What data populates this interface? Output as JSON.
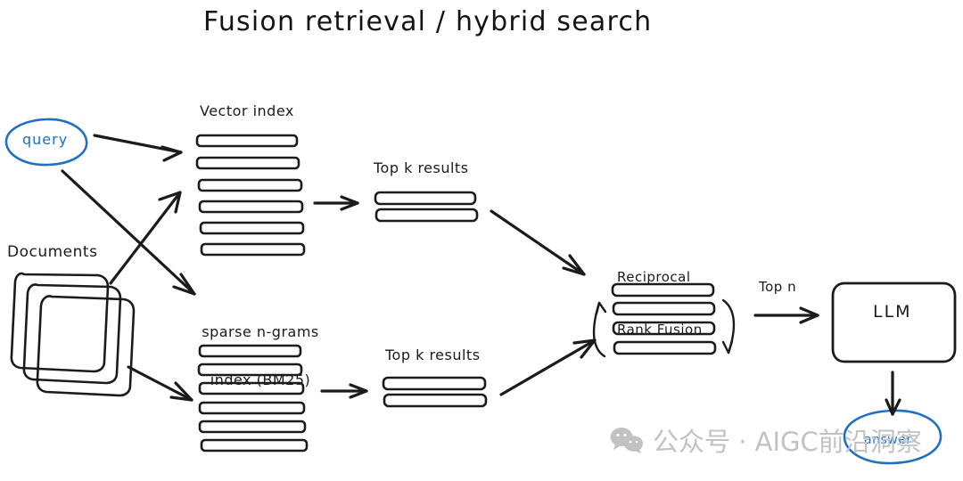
{
  "page": {
    "title": "Fusion retrieval / hybrid search",
    "background": "#ffffff",
    "ink_color": "#1b1b1b",
    "accent_color": "#1f6fc4",
    "watermark_color": "#c2c2c2"
  },
  "nodes": {
    "query": {
      "label": "query",
      "shape": "ellipse",
      "color": "#1f6fc4"
    },
    "documents": {
      "label": "Documents",
      "shape": "document-stack",
      "count": 3
    },
    "vector_index": {
      "label": "Vector index",
      "bars": 6
    },
    "sparse_index": {
      "label_line1": "sparse n-grams",
      "label_line2": "index (BM25)",
      "bars": 6
    },
    "topk_vector": {
      "label": "Top k results",
      "bars": 2
    },
    "topk_sparse": {
      "label": "Top k results",
      "bars": 2
    },
    "fusion": {
      "label_line1": "Reciprocal",
      "label_line2": "Rank Fusion",
      "bars": 4
    },
    "llm": {
      "label": "LLM",
      "shape": "rounded-rect"
    },
    "answer": {
      "label": "answer",
      "shape": "ellipse",
      "color": "#1f6fc4"
    }
  },
  "edges": {
    "query_to_vector": {
      "label": ""
    },
    "query_to_sparse": {
      "label": ""
    },
    "documents_to_vector": {
      "label": ""
    },
    "documents_to_sparse": {
      "label": ""
    },
    "vector_to_topk": {
      "label": ""
    },
    "sparse_to_topk": {
      "label": ""
    },
    "topk_vector_to_fusion": {
      "label": ""
    },
    "topk_sparse_to_fusion": {
      "label": ""
    },
    "fusion_to_llm": {
      "label": "Top n"
    },
    "llm_to_answer": {
      "label": ""
    }
  },
  "watermark": {
    "icon": "wechat-icon",
    "text": "公众号 · AIGC前沿洞察"
  }
}
